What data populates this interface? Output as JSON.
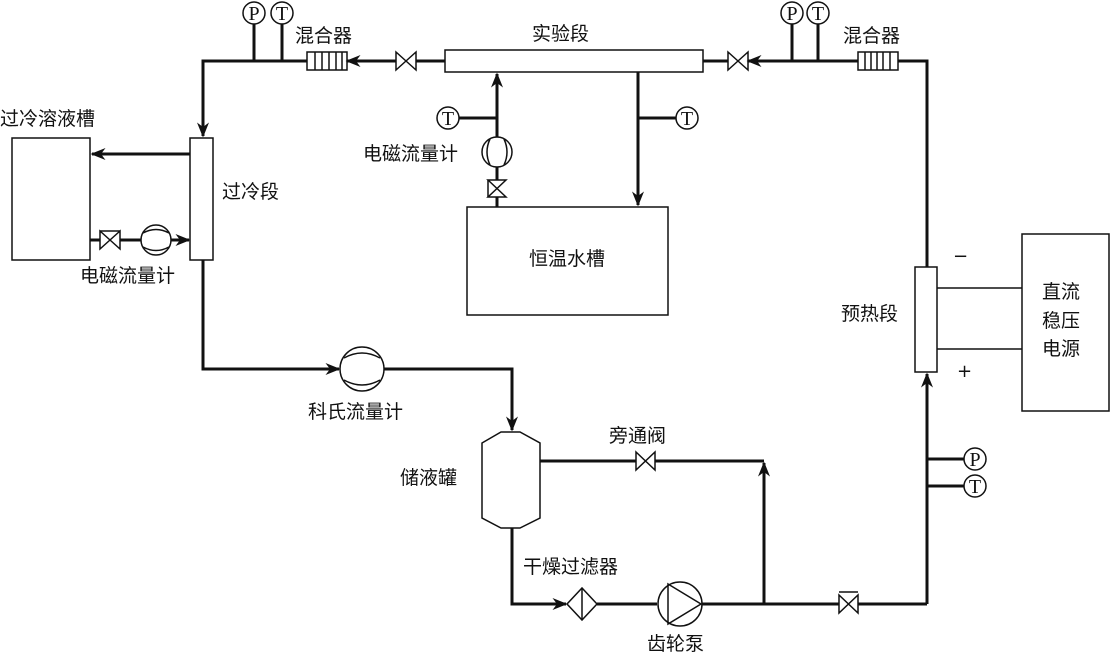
{
  "diagram": {
    "type": "experimental-loop-schematic",
    "labels": {
      "mixer_left": "混合器",
      "mixer_right": "混合器",
      "test_section": "实验段",
      "subcool_tank": "过冷溶液槽",
      "subcool_section": "过冷段",
      "em_flowmeter_subcool": "电磁流量计",
      "em_flowmeter_bath": "电磁流量计",
      "thermostatic_bath": "恒温水槽",
      "preheat_section": "预热段",
      "dc_power_supply_line1": "直流",
      "dc_power_supply_line2": "稳压",
      "dc_power_supply_line3": "电源",
      "coriolis_flowmeter": "科氏流量计",
      "receiver_tank": "储液罐",
      "bypass_valve": "旁通阀",
      "dryer_filter": "干燥过滤器",
      "gear_pump": "齿轮泵"
    },
    "instruments": {
      "pressure": "P",
      "temperature": "T"
    },
    "power_signs": {
      "negative": "−",
      "positive": "+"
    },
    "colors": {
      "line": "#111111",
      "background": "#ffffff"
    }
  }
}
